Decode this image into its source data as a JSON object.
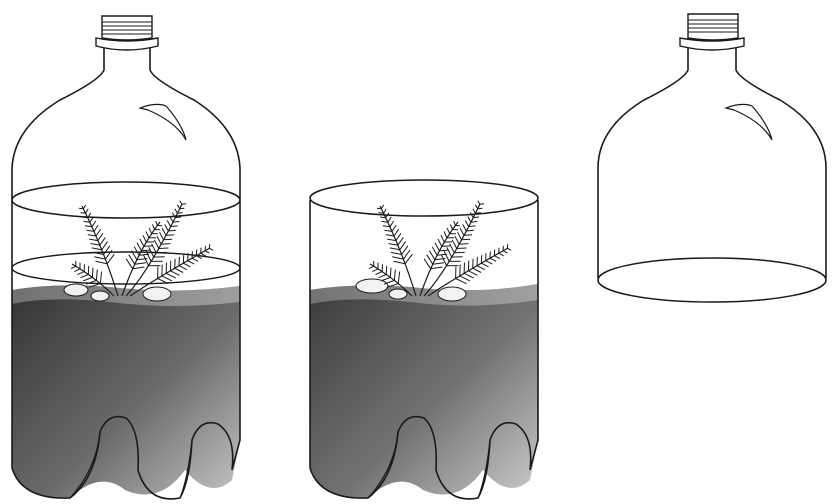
{
  "figure": {
    "panels": [
      {
        "id": "assembled-terrarium",
        "contents": [
          "bottle-top",
          "bottle-base",
          "soil",
          "plant",
          "pebbles"
        ]
      },
      {
        "id": "bottle-base-with-plant",
        "contents": [
          "bottle-base",
          "soil",
          "plant",
          "pebbles"
        ]
      },
      {
        "id": "bottle-top-cut",
        "contents": [
          "bottle-top"
        ]
      }
    ],
    "colors": {
      "outline": "#1a1a1a",
      "soil_dark": "#3f3f3f",
      "soil_light": "#bdbdbd",
      "pebble": "#f2f2f2",
      "background": "#ffffff"
    }
  }
}
